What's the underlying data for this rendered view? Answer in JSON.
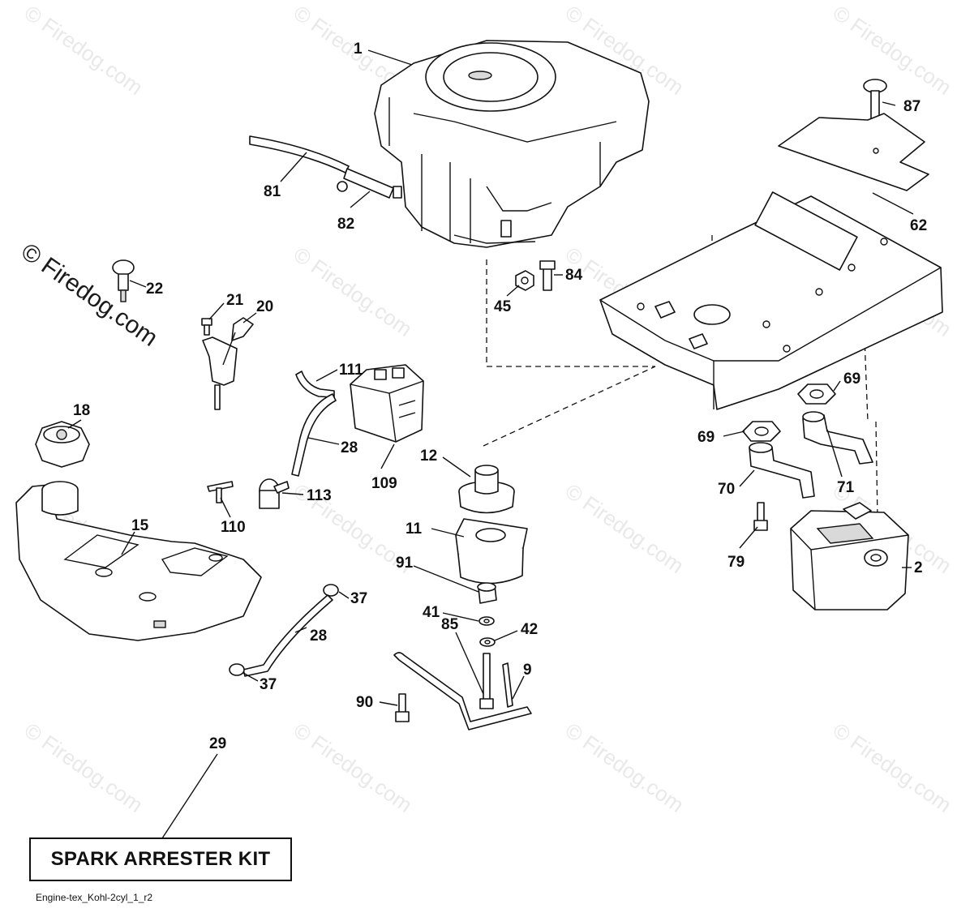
{
  "watermark": {
    "text": "© Firedog.com",
    "prominent_text": "© Firedog.com"
  },
  "callouts": {
    "c1": "1",
    "c81": "81",
    "c82": "82",
    "c84": "84",
    "c45": "45",
    "c87": "87",
    "c62": "62",
    "c22": "22",
    "c21": "21",
    "c20": "20",
    "c111": "111",
    "c109": "109",
    "c28a": "28",
    "c113": "113",
    "c110": "110",
    "c18": "18",
    "c15": "15",
    "c12": "12",
    "c11": "11",
    "c91": "91",
    "c41": "41",
    "c42": "42",
    "c85": "85",
    "c9": "9",
    "c90": "90",
    "c37a": "37",
    "c28b": "28",
    "c37b": "37",
    "c69a": "69",
    "c69b": "69",
    "c70": "70",
    "c71": "71",
    "c79": "79",
    "c2": "2",
    "c29": "29"
  },
  "kit_label": "SPARK ARRESTER KIT",
  "diagram_code": "Engine-tex_Kohl-2cyl_1_r2"
}
